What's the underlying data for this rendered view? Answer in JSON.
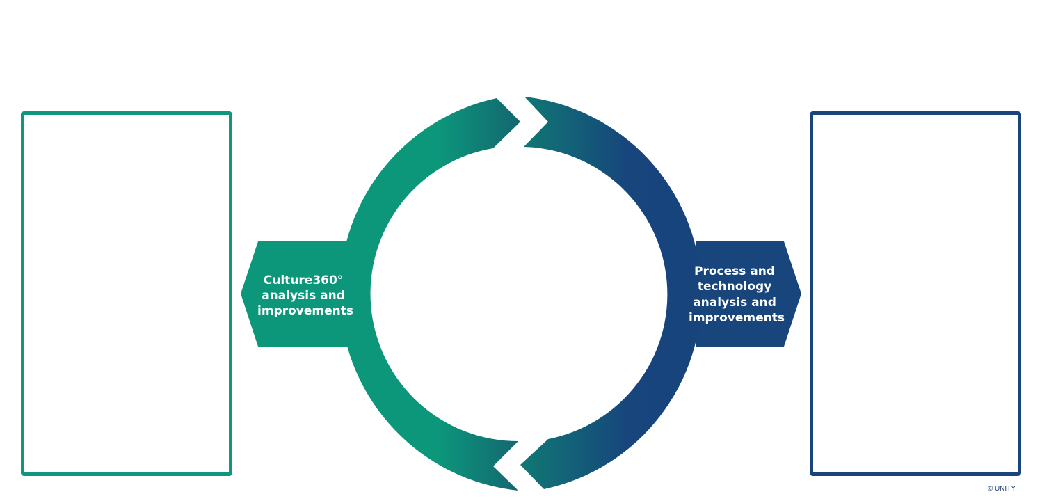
{
  "diagram": {
    "left_label": [
      "Culture360°",
      "analysis and",
      "improvements"
    ],
    "right_label": [
      "Process and",
      "technology",
      "analysis and",
      "improvements"
    ],
    "copyright": "© UNITY"
  },
  "colors": {
    "teal": "#0c977b",
    "navy": "#17457c",
    "left_box_border": "#0e977c",
    "right_box_border": "#1a447c",
    "background": "#ffffff"
  }
}
